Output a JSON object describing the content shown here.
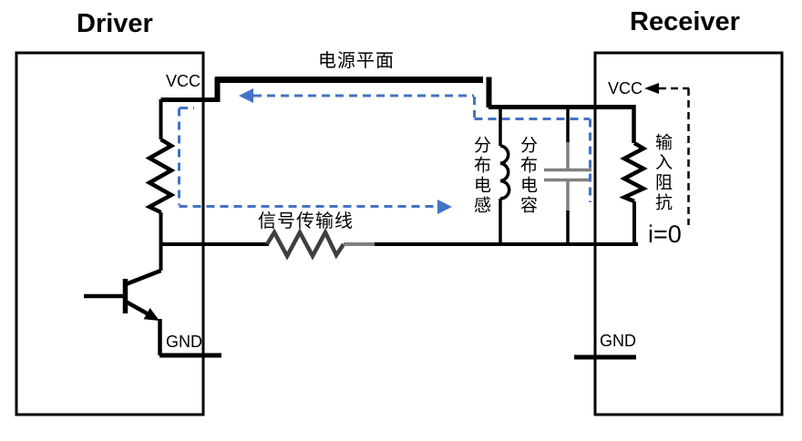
{
  "driver": {
    "title": "Driver",
    "vcc_label": "VCC",
    "gnd_label": "GND"
  },
  "receiver": {
    "title": "Receiver",
    "vcc_label": "VCC",
    "gnd_label": "GND",
    "input_impedance_label": "输入阻抗",
    "input_current_label": "i=0"
  },
  "labels": {
    "power_plane": "电源平面",
    "signal_line": "信号传输线",
    "distributed_inductance": "分布电感",
    "distributed_capacitance": "分布电容"
  },
  "colors": {
    "wire": "#000000",
    "accent": "#4472C4",
    "resistor_dark": "#3f3f3f",
    "gray": "#7f7f7f"
  }
}
